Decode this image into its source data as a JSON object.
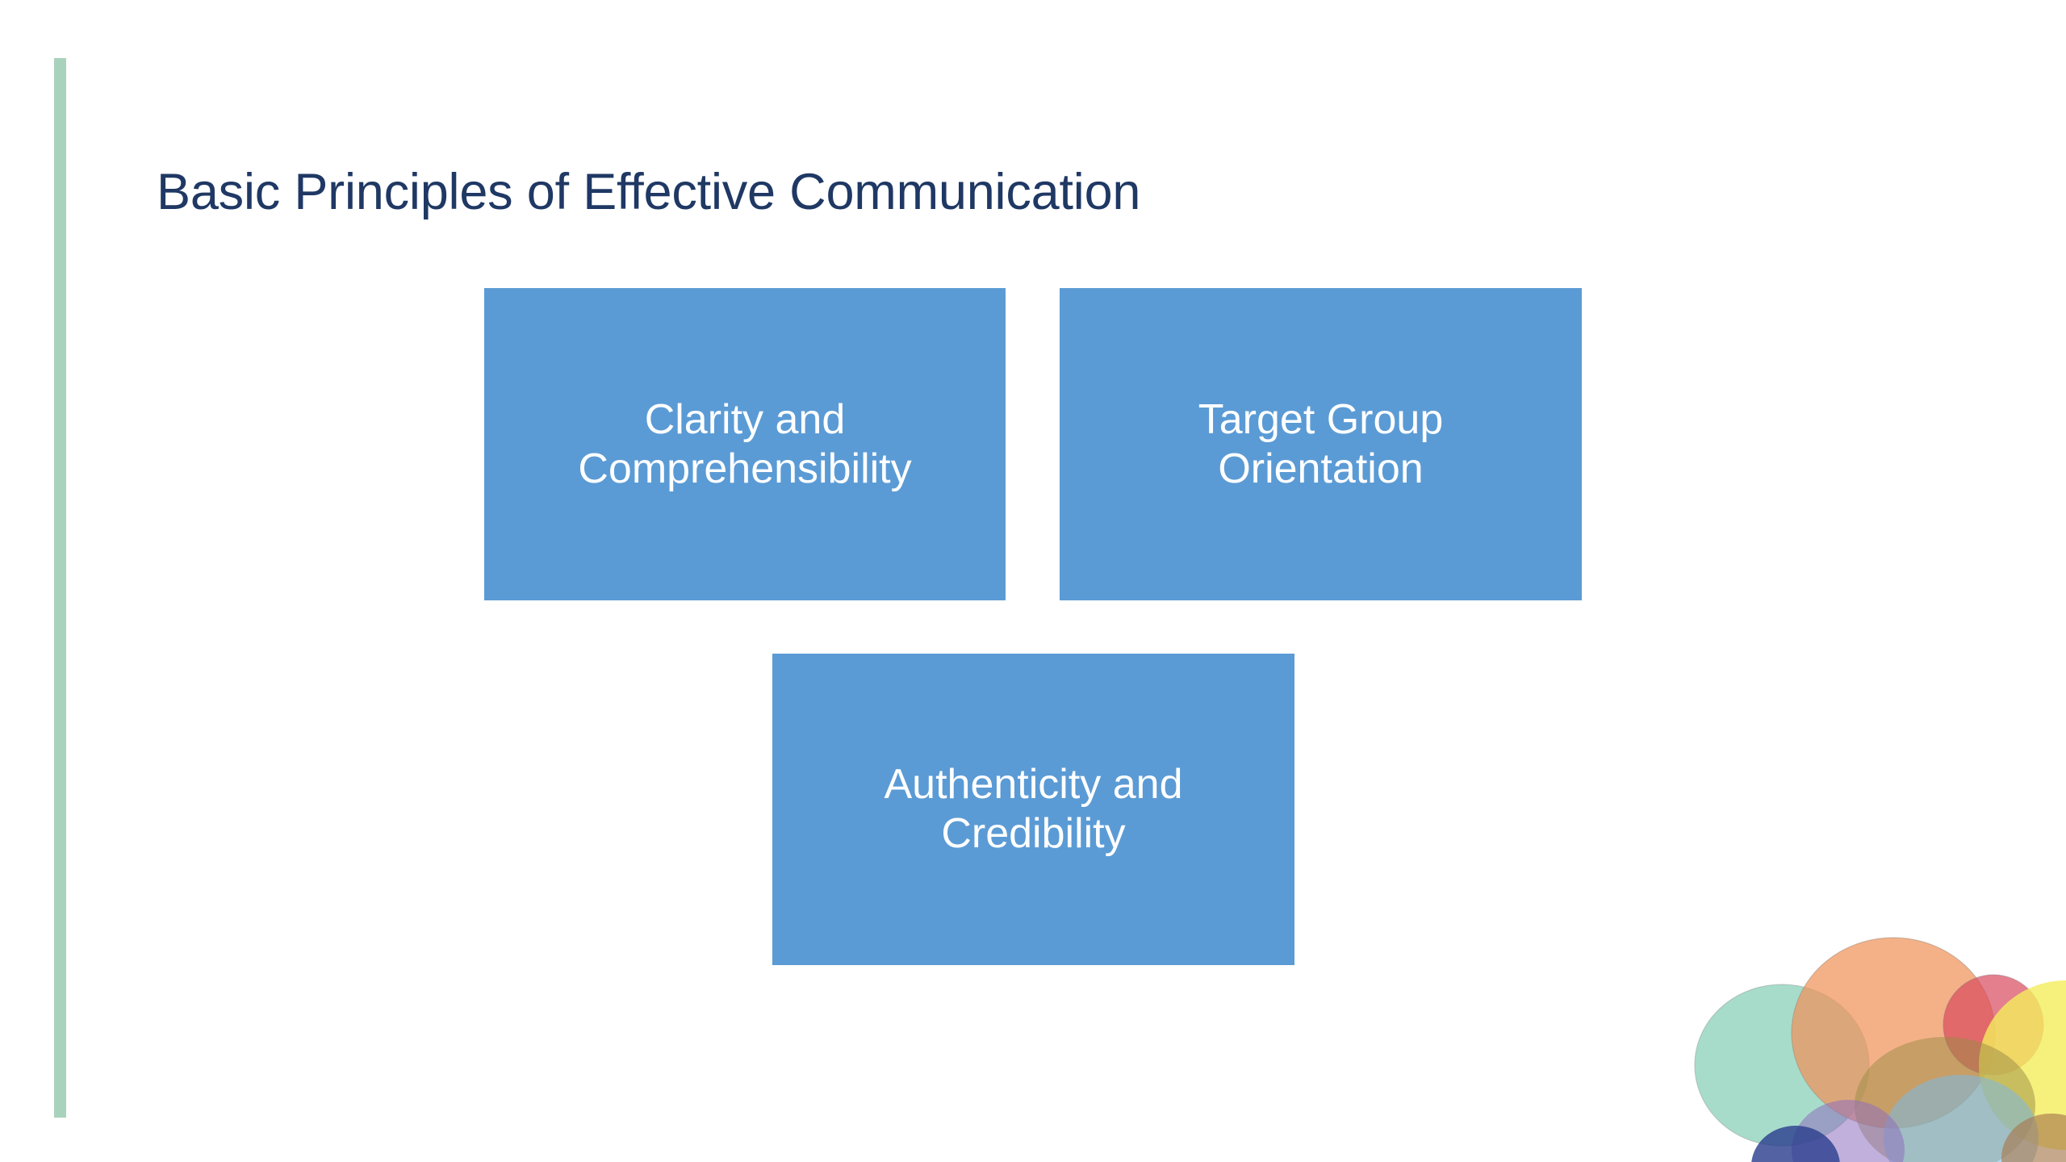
{
  "slide": {
    "title": "Basic Principles of Effective Communication",
    "background_color": "#FFFFFF",
    "title_color": "#1F3864",
    "accent_bar_color": "#A9D2BD",
    "box_fill_color": "#5B9BD5",
    "box_text_color": "#FFFFFF"
  },
  "principles": [
    {
      "id": "clarity",
      "label": "Clarity and\nComprehensibility",
      "line1": "Clarity and",
      "line2": "Comprehensibility"
    },
    {
      "id": "target-group",
      "label": "Target Group\nOrientation",
      "line1": "Target Group",
      "line2": "Orientation"
    },
    {
      "id": "authenticity",
      "label": "Authenticity and\nCredibility",
      "line1": "Authenticity and",
      "line2": "Credibility"
    }
  ],
  "decoration": {
    "name": "bubble-cluster",
    "bubbles": [
      {
        "name": "teal-bubble",
        "color": "#6CC4A8",
        "opacity": 0.62
      },
      {
        "name": "orange-bubble",
        "color": "#F0935A",
        "opacity": 0.72
      },
      {
        "name": "red-bubble",
        "color": "#D84A5E",
        "opacity": 0.72
      },
      {
        "name": "yellow-bubble",
        "color": "#F4EC5C",
        "opacity": 0.8
      },
      {
        "name": "olive-bubble",
        "color": "#9A8B43",
        "opacity": 0.55
      },
      {
        "name": "light-blue-bubble",
        "color": "#7FB8DD",
        "opacity": 0.62
      },
      {
        "name": "purple-bubble",
        "color": "#8E6FBE",
        "opacity": 0.58
      },
      {
        "name": "navy-bubble",
        "color": "#2D3F8F",
        "opacity": 0.82
      },
      {
        "name": "brown-bubble",
        "color": "#A87A4E",
        "opacity": 0.7
      }
    ]
  }
}
